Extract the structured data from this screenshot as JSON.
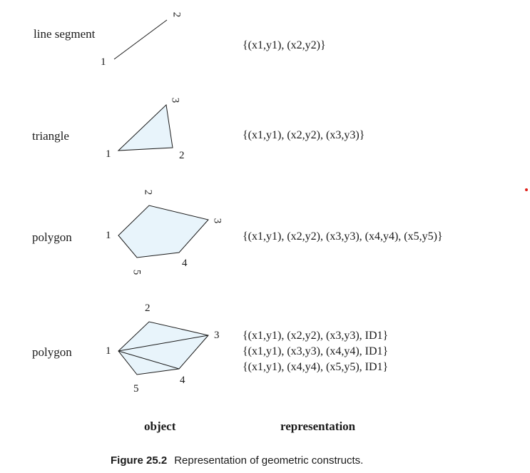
{
  "rows": [
    {
      "object_label": "line segment",
      "vertex_labels": [
        "1",
        "2"
      ],
      "representation": [
        "{(x1,y1), (x2,y2)}"
      ]
    },
    {
      "object_label": "triangle",
      "vertex_labels": [
        "1",
        "2",
        "3"
      ],
      "representation": [
        "{(x1,y1), (x2,y2), (x3,y3)}"
      ]
    },
    {
      "object_label": "polygon",
      "vertex_labels": [
        "1",
        "2",
        "3",
        "4",
        "5"
      ],
      "representation": [
        "{(x1,y1), (x2,y2), (x3,y3), (x4,y4), (x5,y5)}"
      ]
    },
    {
      "object_label": "polygon",
      "vertex_labels": [
        "1",
        "2",
        "3",
        "4",
        "5"
      ],
      "representation": [
        "{(x1,y1), (x2,y2), (x3,y3), ID1}",
        "{(x1,y1), (x3,y3), (x4,y4), ID1}",
        "{(x1,y1), (x4,y4), (x5,y5), ID1}"
      ]
    }
  ],
  "headers": {
    "object": "object",
    "representation": "representation"
  },
  "caption": {
    "label": "Figure 25.2",
    "text": "Representation of geometric constructs."
  },
  "colors": {
    "shape_fill": "#e8f4fb",
    "stroke": "#1a1a1a",
    "marker": "#e0201a"
  }
}
